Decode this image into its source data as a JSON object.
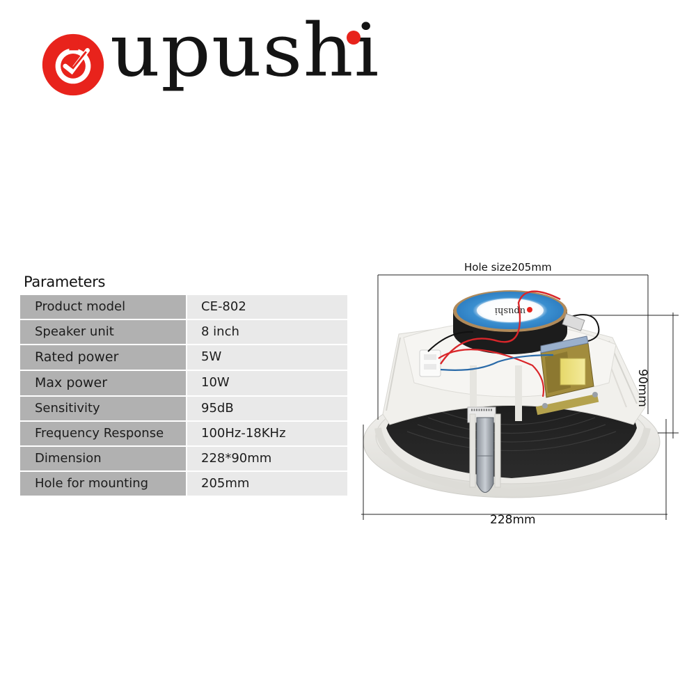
{
  "brand": {
    "name": "upushi",
    "logo_icon": "oupushi-logo-mark",
    "accent_color": "#e8231c",
    "text_color": "#141414"
  },
  "parameters": {
    "title": "Parameters",
    "rows": [
      {
        "label": "Product model",
        "value": "CE-802"
      },
      {
        "label": "Speaker unit",
        "value": "8 inch"
      },
      {
        "label": "Rated power",
        "value": "5W"
      },
      {
        "label": "Max power",
        "value": "10W"
      },
      {
        "label": "Sensitivity",
        "value": "95dB"
      },
      {
        "label": "Frequency Response",
        "value": "100Hz-18KHz"
      },
      {
        "label": "Dimension",
        "value": "228*90mm"
      },
      {
        "label": "Hole for mounting",
        "value": "205mm"
      }
    ],
    "label_bg": "#b1b1b1",
    "value_bg": "#e9e9e9"
  },
  "product_image": {
    "subject": "ceiling-speaker-rear-view",
    "dimensions": {
      "hole_size": "Hole size205mm",
      "width": "228mm",
      "height": "90mm"
    }
  }
}
